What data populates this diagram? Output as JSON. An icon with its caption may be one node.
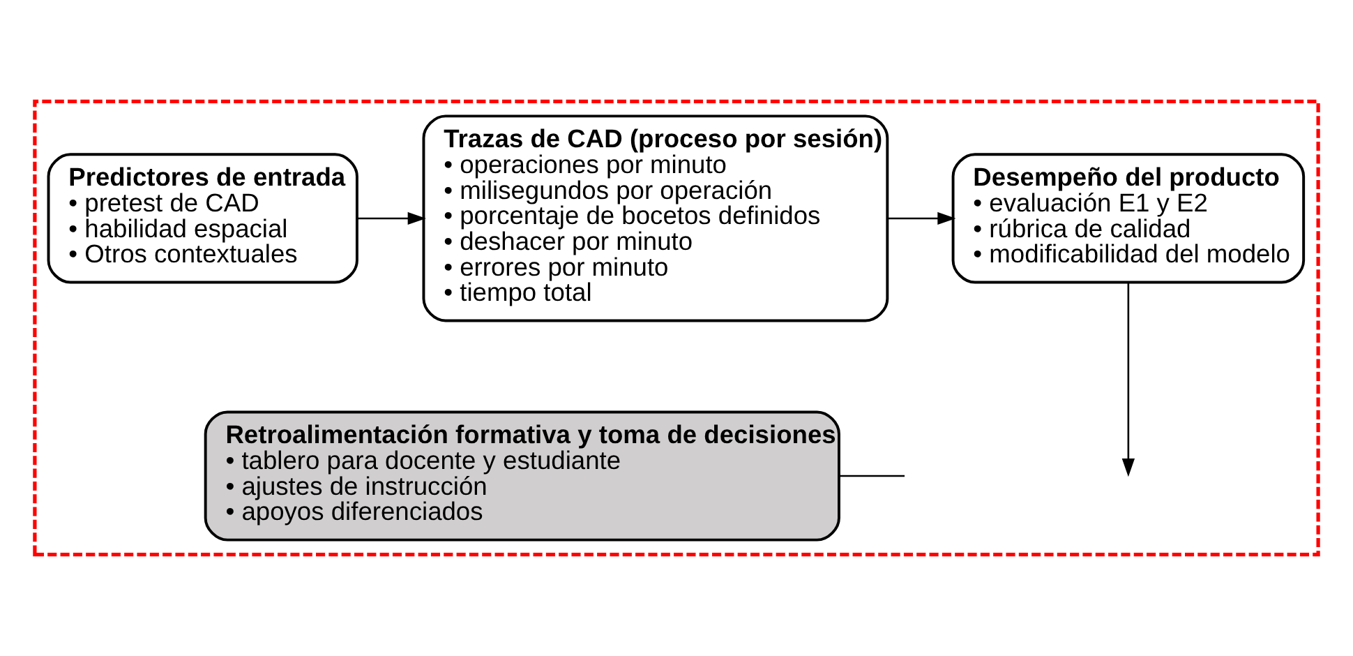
{
  "diagram": {
    "nodes": [
      {
        "text": [],
        "shape": "box"
      },
      {
        "text": [
          "Predictores de entrada",
          "• pretest de CAD",
          "• habilidad espacial",
          "• Otros contextuales"
        ],
        "in": 0
      },
      {
        "text": [
          "Trazas de CAD (proceso por sesión)",
          "• operaciones por minuto",
          "• milisegundos por operación",
          "• porcentaje de bocetos definidos",
          "• deshacer por minuto",
          "• errores por minuto",
          "• tiempo total"
        ],
        "in": 0
      },
      {
        "text": [
          "Desempeño del producto",
          "• evaluación E1 y E2",
          "• rúbrica de calidad",
          "• modificabilidad del modelo"
        ],
        "in": 0
      },
      {
        "text": [
          "Retroalimentación formativa y toma de decisiones",
          "• tablero para docente y estudiante",
          "• ajustes de instrucción",
          "• apoyos diferenciados"
        ],
        "in": 0
      }
    ],
    "edges": [
      {
        "from": 1,
        "to": 2,
        "arrow": "to"
      },
      {
        "from": 2,
        "to": 3,
        "arrow": "to"
      },
      {
        "from": 3,
        "to": null,
        "arrow": "to"
      },
      {
        "from": 4,
        "to": null,
        "arrow": "none"
      }
    ]
  }
}
